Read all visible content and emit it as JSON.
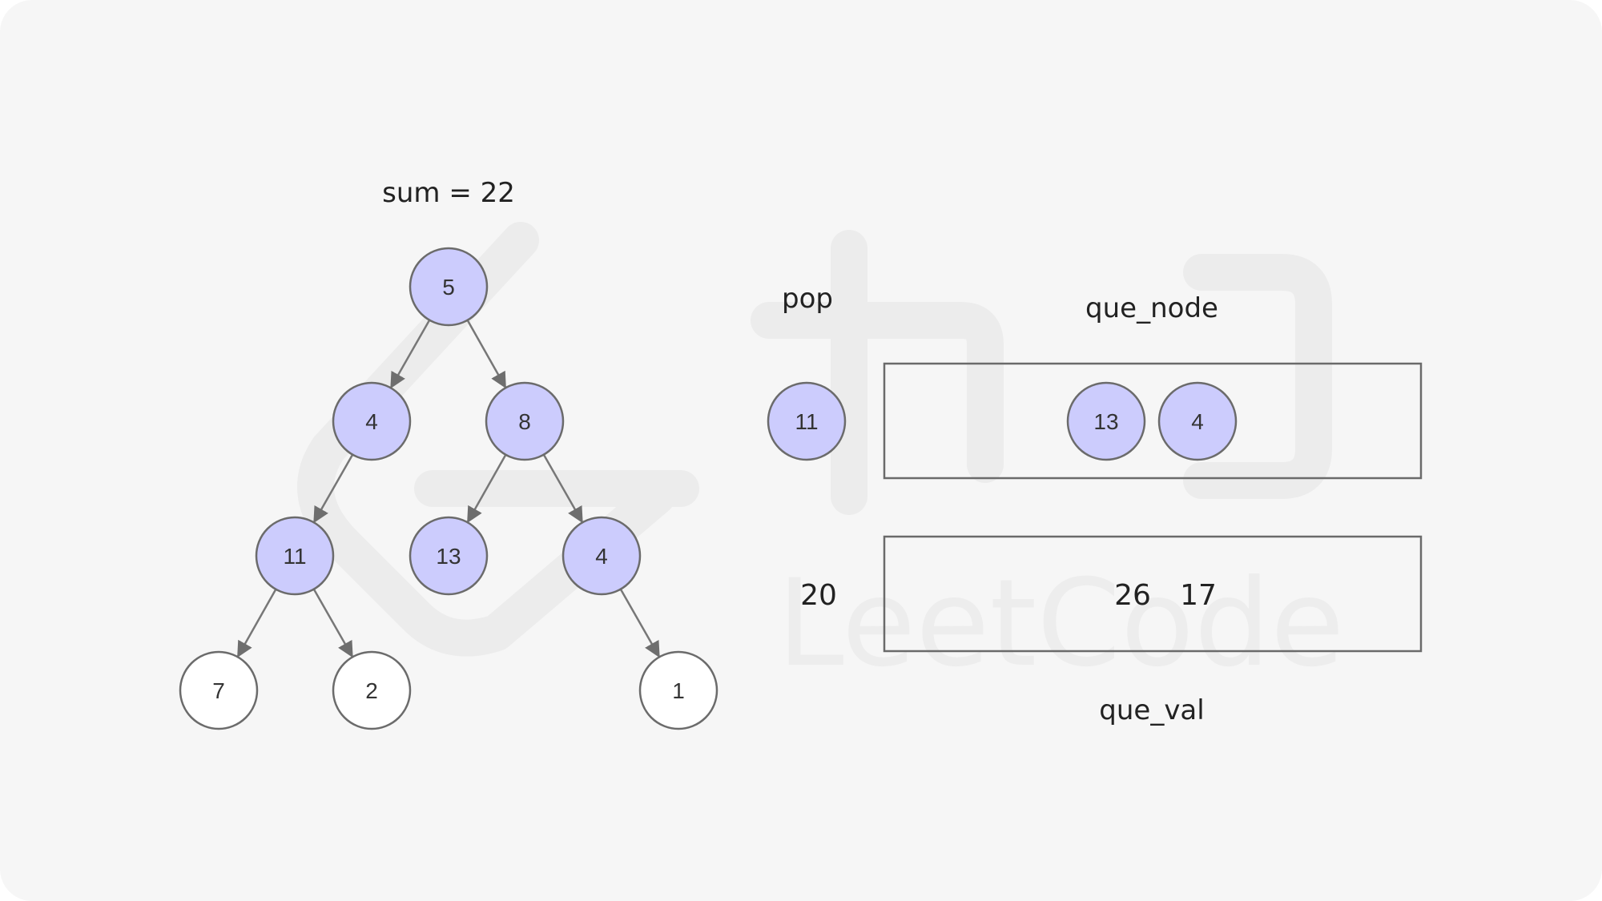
{
  "title": "sum = 22",
  "colors": {
    "filled": "#ccccfd",
    "empty": "#ffffff",
    "stroke": "#6b6b6b"
  },
  "tree": {
    "nodes": [
      {
        "id": "n1",
        "value": "5",
        "filled": true
      },
      {
        "id": "n2",
        "value": "4",
        "filled": true
      },
      {
        "id": "n3",
        "value": "8",
        "filled": true
      },
      {
        "id": "n4",
        "value": "11",
        "filled": true
      },
      {
        "id": "n5",
        "value": "13",
        "filled": true
      },
      {
        "id": "n6",
        "value": "4",
        "filled": true
      },
      {
        "id": "n7",
        "value": "7",
        "filled": false
      },
      {
        "id": "n8",
        "value": "2",
        "filled": false
      },
      {
        "id": "n9",
        "value": "1",
        "filled": false
      }
    ],
    "edges": [
      [
        "n1",
        "n2"
      ],
      [
        "n1",
        "n3"
      ],
      [
        "n2",
        "n4"
      ],
      [
        "n3",
        "n5"
      ],
      [
        "n3",
        "n6"
      ],
      [
        "n4",
        "n7"
      ],
      [
        "n4",
        "n8"
      ],
      [
        "n6",
        "n9"
      ]
    ]
  },
  "pop": {
    "label": "pop",
    "node_value": "11",
    "sum_value": "20"
  },
  "que_node": {
    "label": "que_node",
    "items": [
      "13",
      "4"
    ]
  },
  "que_val": {
    "label": "que_val",
    "items": [
      "26",
      "17"
    ]
  },
  "watermark": "LeetCode"
}
